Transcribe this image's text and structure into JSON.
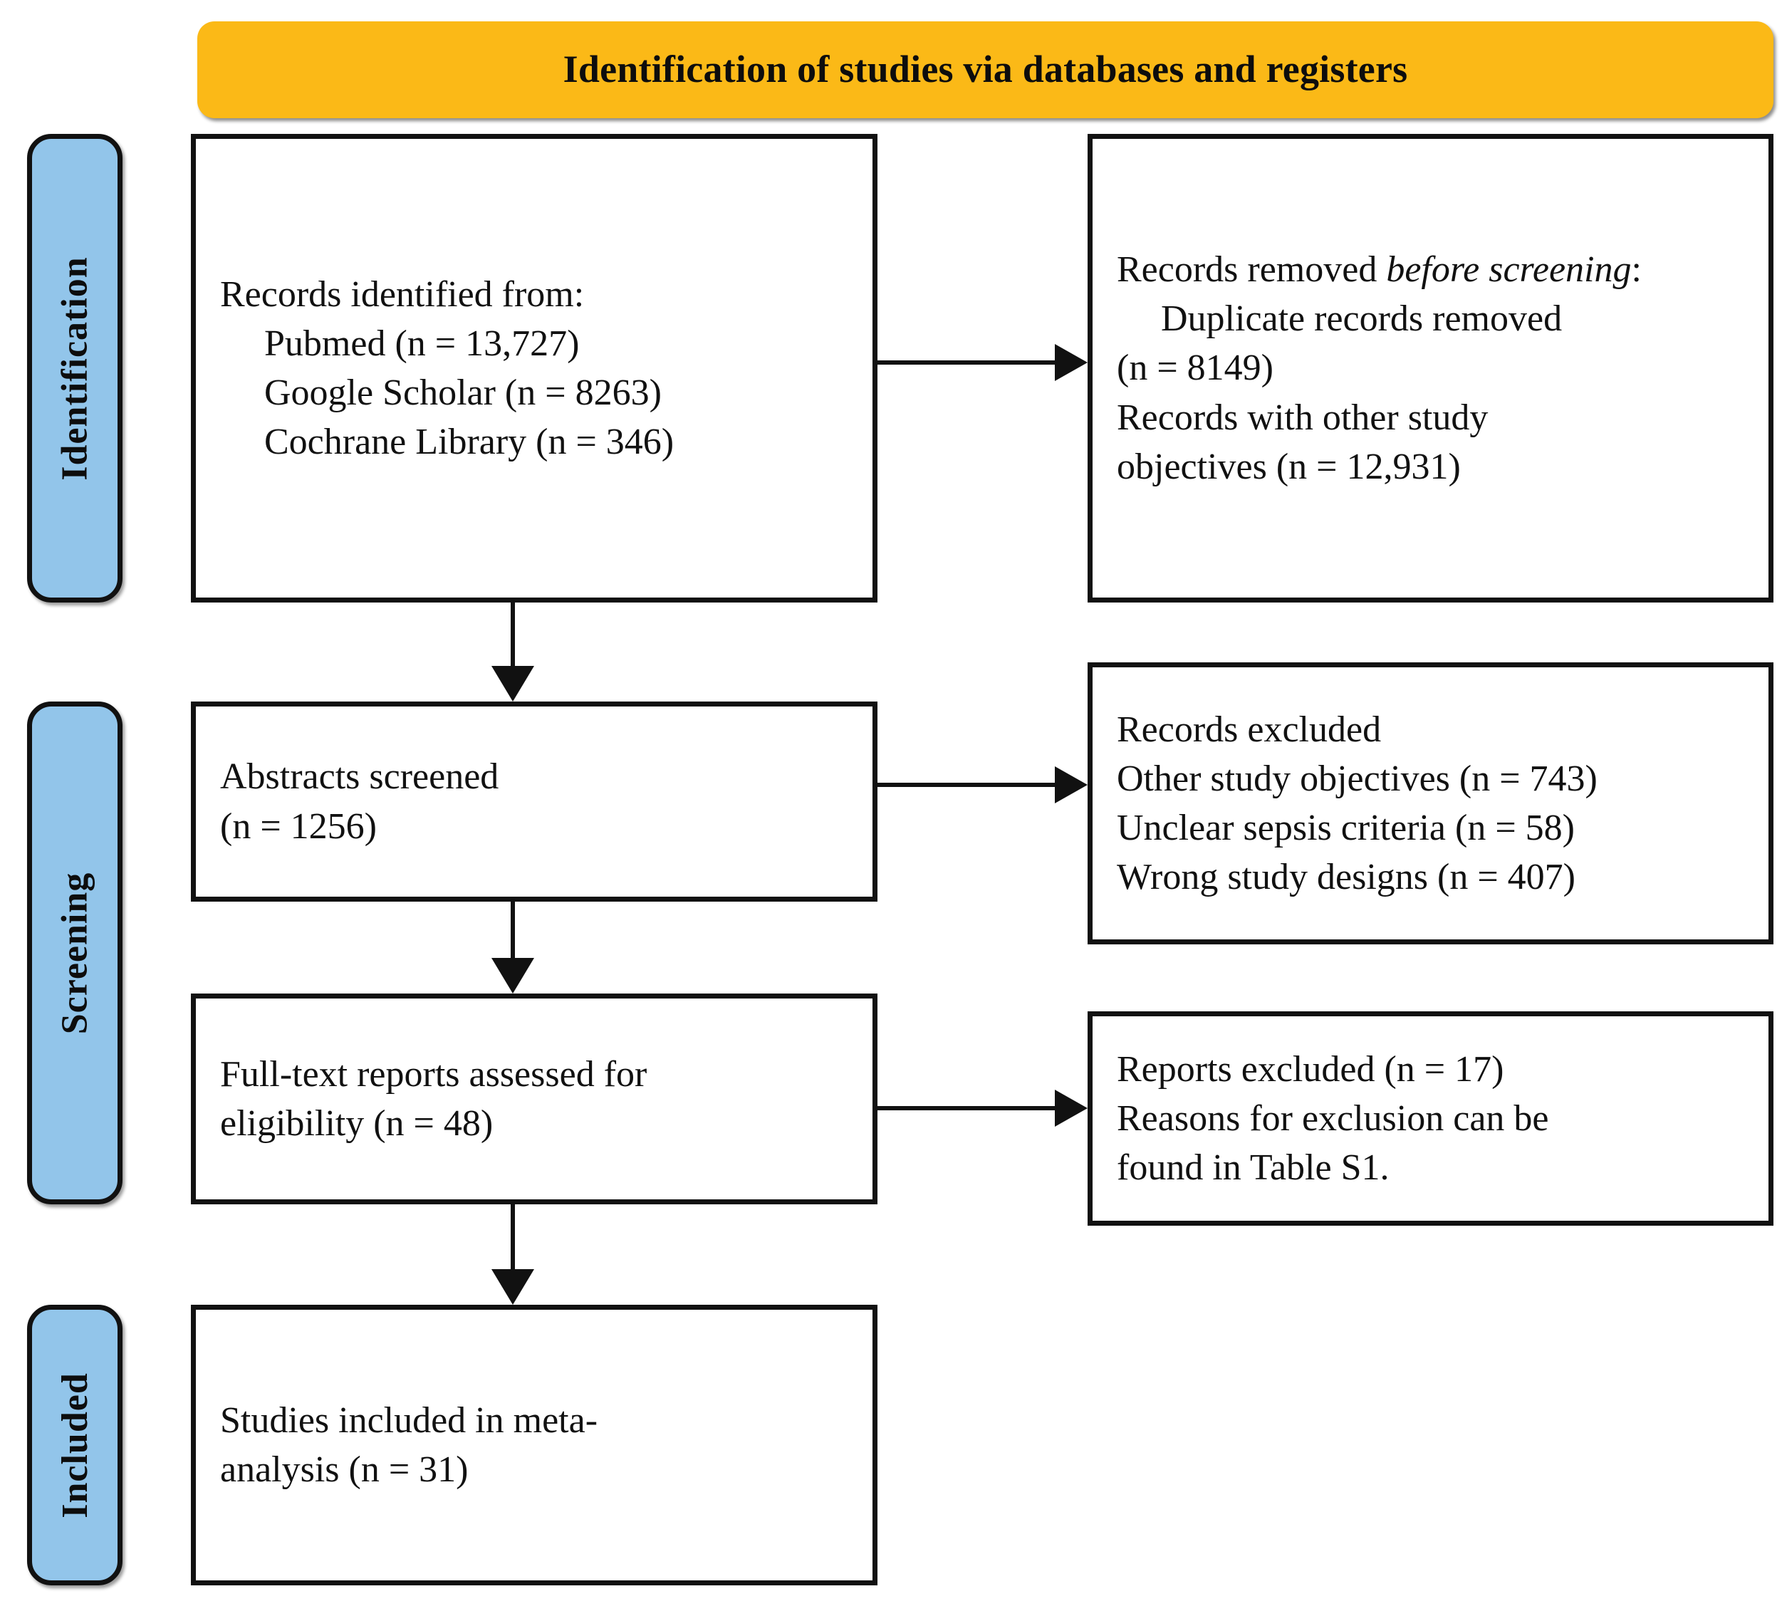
{
  "diagram": {
    "type": "prisma-flow-diagram",
    "banner": {
      "title": "Identification of studies via databases and registers",
      "color": "#FBB917"
    },
    "stages": [
      {
        "id": "identification",
        "label": "Identification",
        "color": "#92C5EA"
      },
      {
        "id": "screening",
        "label": "Screening",
        "color": "#92C5EA"
      },
      {
        "id": "included",
        "label": "Included",
        "color": "#92C5EA"
      }
    ],
    "boxes": {
      "records_identified": {
        "name": "Records identified from",
        "lines": [
          "Records identified from:",
          "Pubmed (n = 13,727)",
          "Google Scholar (n = 8263)",
          "Cochrane Library (n = 346)"
        ]
      },
      "records_removed": {
        "name": "Records removed before screening",
        "heading_prefix": "Records removed ",
        "heading_italic": "before screening",
        "heading_suffix": ":",
        "lines": [
          "Duplicate records removed",
          "(n = 8149)",
          "Records with other study",
          "objectives (n = 12,931)"
        ]
      },
      "abstracts_screened": {
        "name": "Abstracts screened",
        "lines": [
          "Abstracts screened",
          "(n = 1256)"
        ]
      },
      "records_excluded": {
        "name": "Records excluded",
        "lines": [
          "Records excluded",
          "Other study objectives (n = 743)",
          "Unclear sepsis criteria (n = 58)",
          "Wrong study designs (n = 407)"
        ]
      },
      "fulltext_assessed": {
        "name": "Full-text reports assessed for eligibility",
        "lines": [
          "Full-text reports assessed for",
          "eligibility (n = 48)"
        ]
      },
      "reports_excluded": {
        "name": "Reports excluded",
        "lines": [
          "Reports excluded (n = 17)",
          "Reasons for exclusion can be",
          "found in Table S1."
        ]
      },
      "studies_included": {
        "name": "Studies included in meta-analysis",
        "lines": [
          "Studies included in meta-",
          "analysis (n = 31)"
        ]
      }
    },
    "counts": {
      "pubmed": "13,727",
      "google_scholar": "8263",
      "cochrane_library": "346",
      "duplicate_records_removed": "8149",
      "other_study_objectives_removed": "12,931",
      "abstracts_screened": "1256",
      "excluded_other_study_objectives": "743",
      "excluded_unclear_sepsis_criteria": "58",
      "excluded_wrong_study_designs": "407",
      "fulltext_assessed": "48",
      "reports_excluded": "17",
      "studies_included": "31"
    }
  }
}
